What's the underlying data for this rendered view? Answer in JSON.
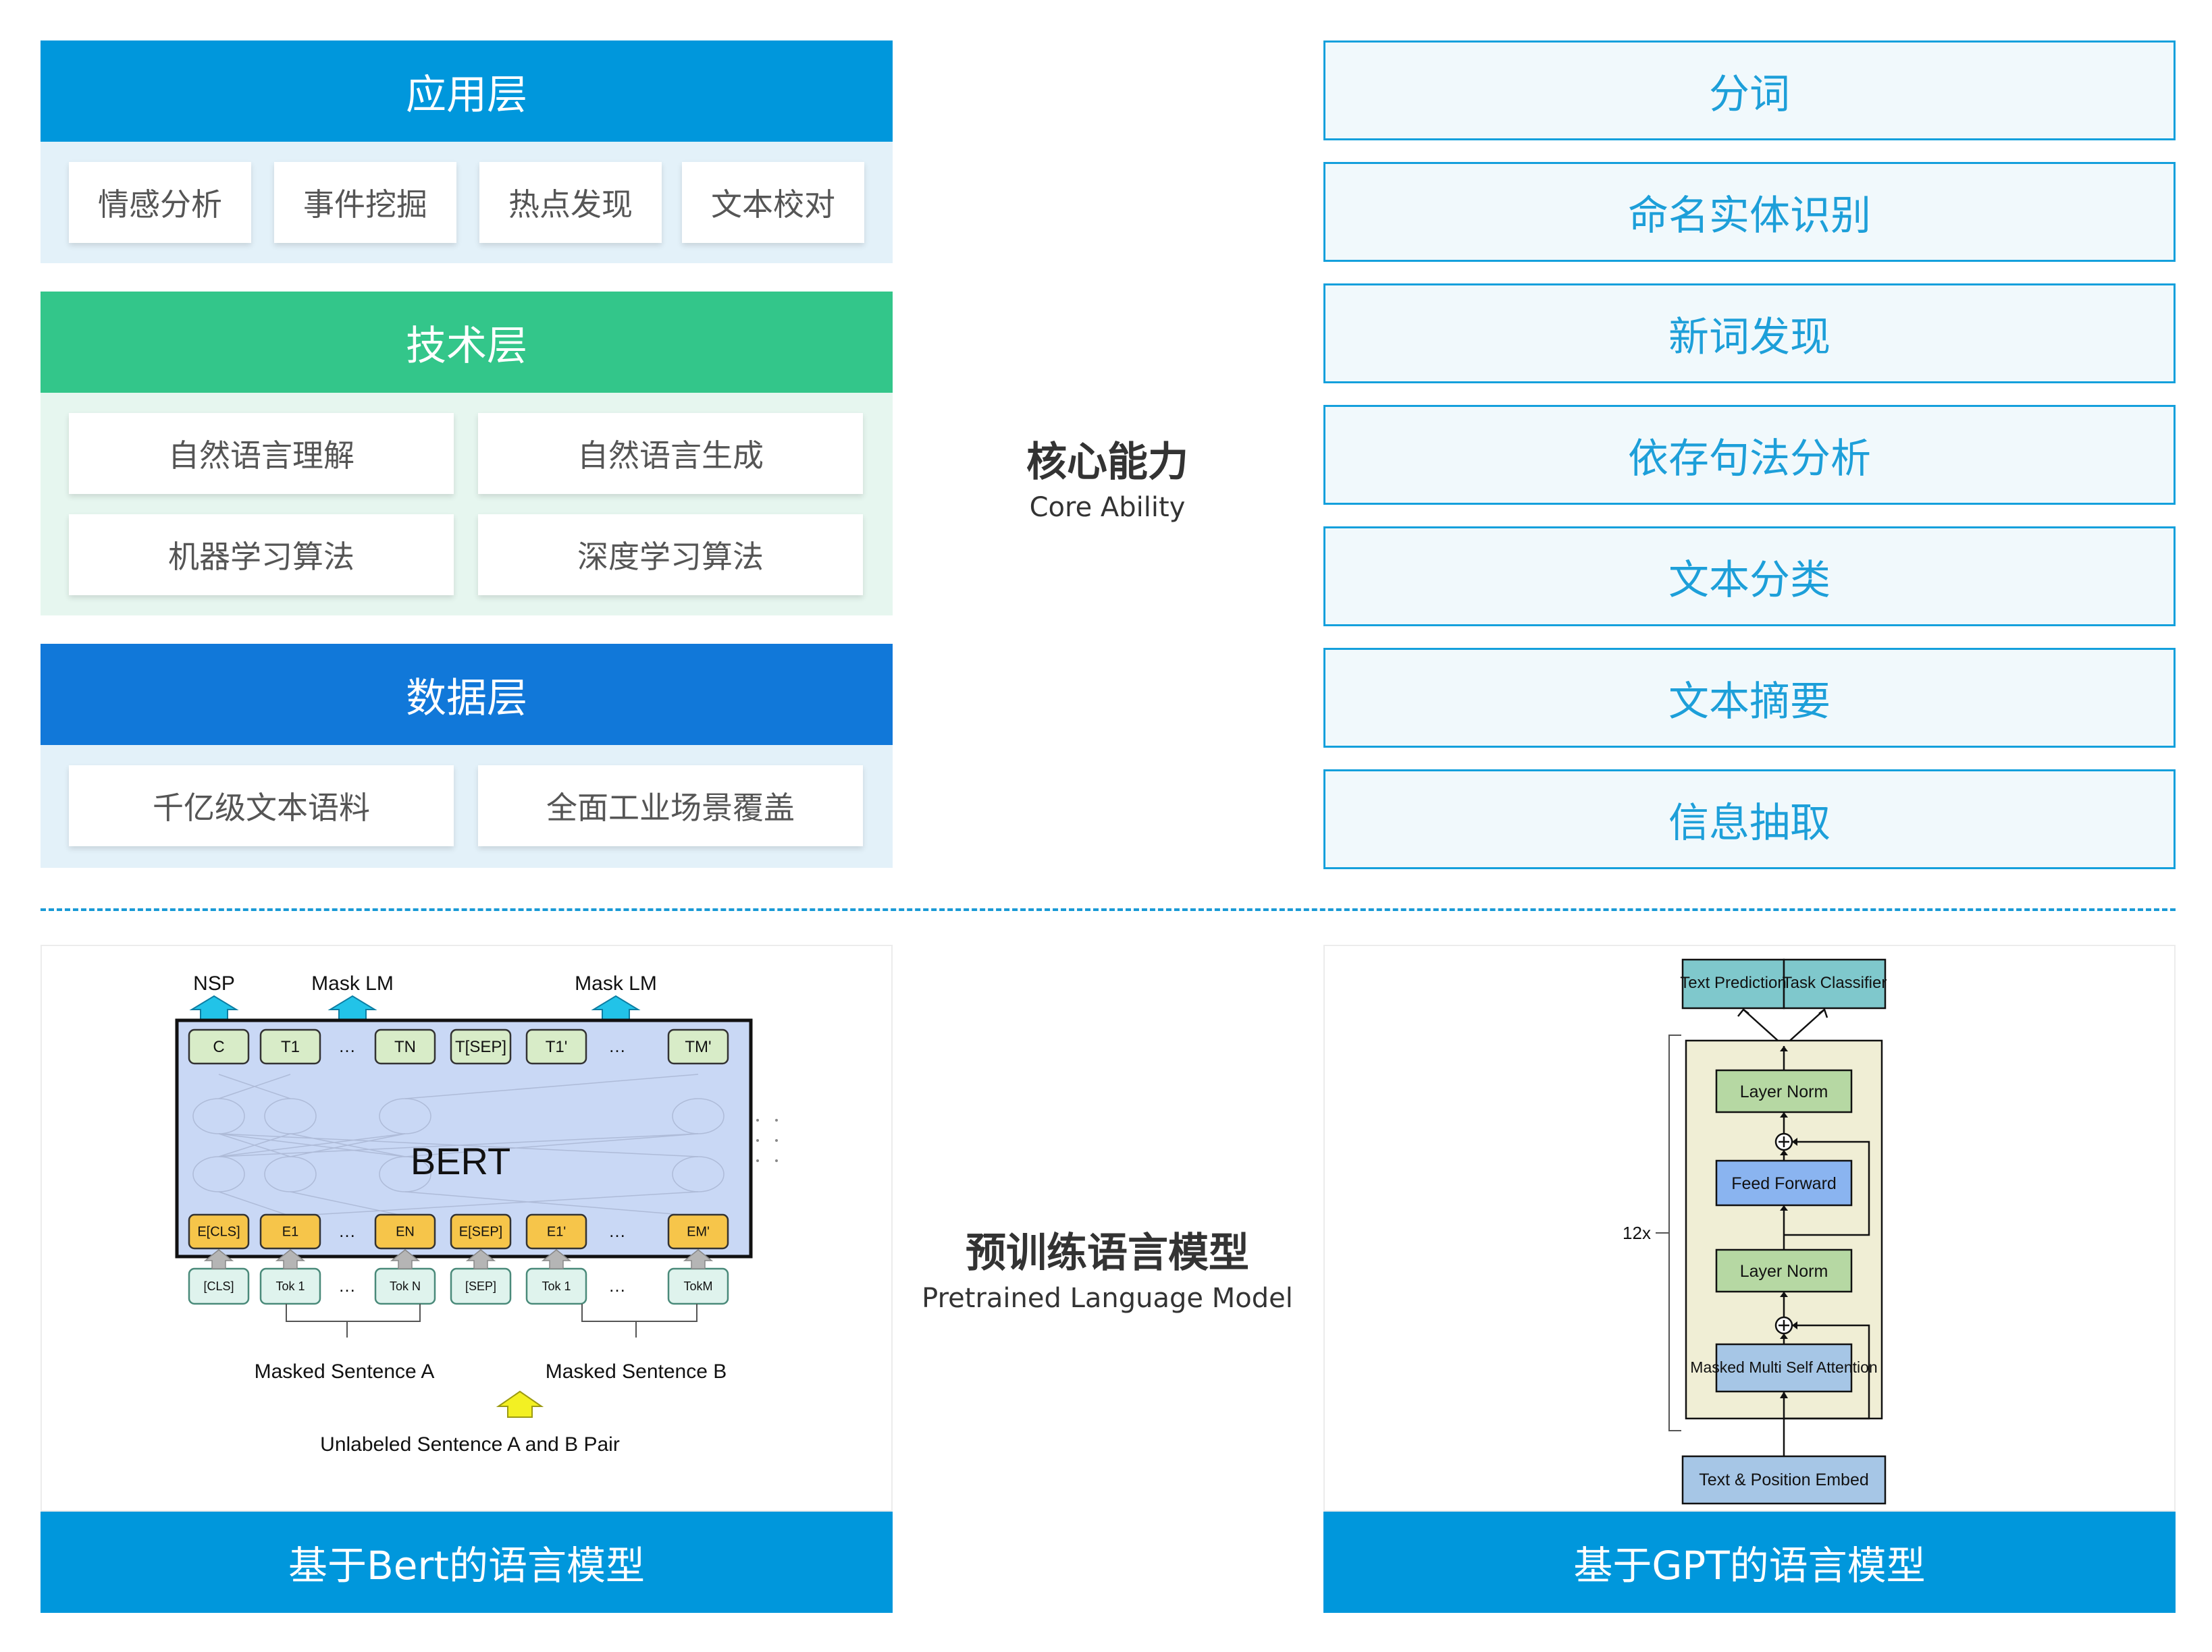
{
  "architecture": {
    "application_layer": {
      "title": "应用层",
      "items": [
        "情感分析",
        "事件挖掘",
        "热点发现",
        "文本校对"
      ]
    },
    "technology_layer": {
      "title": "技术层",
      "items": [
        "自然语言理解",
        "自然语言生成",
        "机器学习算法",
        "深度学习算法"
      ]
    },
    "data_layer": {
      "title": "数据层",
      "items": [
        "千亿级文本语料",
        "全面工业场景覆盖"
      ]
    }
  },
  "core_ability": {
    "title": "核心能力",
    "subtitle": "Core Ability",
    "items": [
      "分词",
      "命名实体识别",
      "新词发现",
      "依存句法分析",
      "文本分类",
      "文本摘要",
      "信息抽取"
    ]
  },
  "pretrained": {
    "title": "预训练语言模型",
    "subtitle": "Pretrained Language Model"
  },
  "bert": {
    "caption": "基于Bert的语言模型",
    "outputs": {
      "nsp": "NSP",
      "mask_lm_1": "Mask LM",
      "mask_lm_2": "Mask LM"
    },
    "model_label": "BERT",
    "top_tokens": [
      "C",
      "T1",
      "…",
      "TN",
      "T[SEP]",
      "T1'",
      "…",
      "TM'"
    ],
    "embeddings": [
      "E[CLS]",
      "E1",
      "…",
      "EN",
      "E[SEP]",
      "E1'",
      "…",
      "EM'"
    ],
    "input_tokens": [
      "[CLS]",
      "Tok 1",
      "…",
      "Tok N",
      "[SEP]",
      "Tok 1",
      "…",
      "TokM"
    ],
    "sentence_a": "Masked Sentence A",
    "sentence_b": "Masked Sentence B",
    "pair_label": "Unlabeled Sentence A and B Pair"
  },
  "gpt": {
    "caption": "基于GPT的语言模型",
    "heads": [
      "Text Prediction",
      "Task Classifier"
    ],
    "layer_norm_top": "Layer Norm",
    "feed_forward": "Feed Forward",
    "layer_norm_bottom": "Layer Norm",
    "attention": "Masked Multi Self Attention",
    "embed": "Text & Position Embed",
    "repeat": "12x"
  },
  "colors": {
    "blue_header": "#0097dc",
    "green_header": "#33c68a",
    "data_header": "#1178d9",
    "panel_bg": "#e3f1f9",
    "green_panel_bg": "#e6f6ef",
    "ability_border": "#14a0dc",
    "ability_text": "#1d9fd9"
  }
}
